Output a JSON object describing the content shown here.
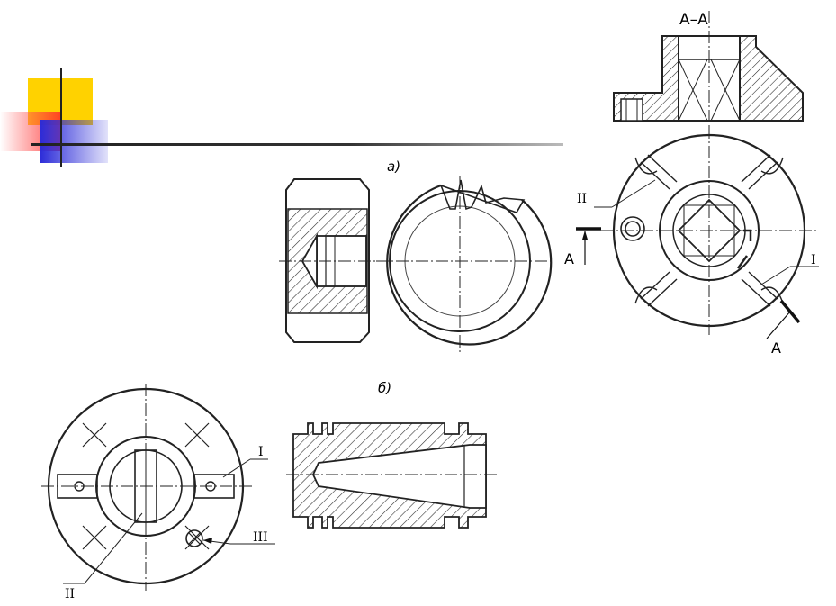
{
  "slide": {
    "decor_colors": {
      "yellow": "#ffd200",
      "red": "#ff2a2a",
      "blue": "#2a2ad8",
      "rule": "#555555"
    }
  },
  "figure_a": {
    "caption": "а)"
  },
  "figure_b": {
    "caption": "б)"
  },
  "figure_right": {
    "section_title": "A–A",
    "section_mark_left": "A",
    "section_mark_right": "A",
    "leader_I": "I",
    "leader_II": "II"
  },
  "figure_bottom_left": {
    "leader_I": "I",
    "leader_II": "II",
    "leader_III": "III"
  }
}
